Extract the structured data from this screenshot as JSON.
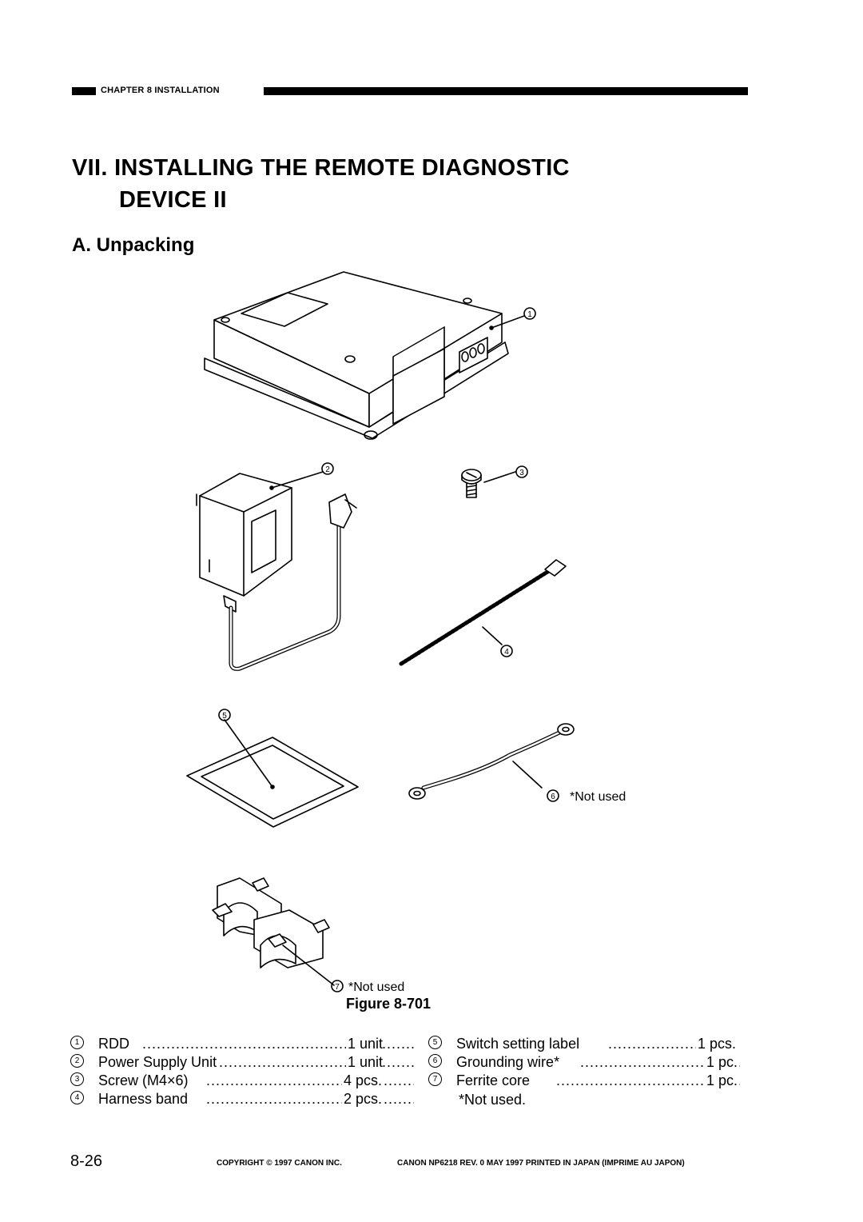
{
  "header": {
    "chapter": "CHAPTER 8  INSTALLATION"
  },
  "title": {
    "line1": "VII. INSTALLING THE REMOTE DIAGNOSTIC",
    "line2": "DEVICE II"
  },
  "subtitle": "A. Unpacking",
  "figure": {
    "callouts": [
      "1",
      "2",
      "3",
      "4",
      "5",
      "6",
      "7"
    ],
    "not_used_6": "*Not used",
    "not_used_7": "*Not used",
    "caption": "Figure 8-701"
  },
  "parts_left": [
    {
      "num": "1",
      "name": "RDD",
      "qty": "1 unit"
    },
    {
      "num": "2",
      "name": "Power Supply Unit",
      "qty": "1 unit"
    },
    {
      "num": "3",
      "name": "Screw (M4×6)",
      "qty": "4 pcs."
    },
    {
      "num": "4",
      "name": "Harness band",
      "qty": "2 pcs."
    }
  ],
  "parts_right": [
    {
      "num": "5",
      "name": "Switch setting label",
      "qty": "1 pcs."
    },
    {
      "num": "6",
      "name": "Grounding wire*",
      "qty": "1 pc."
    },
    {
      "num": "7",
      "name": "Ferrite core",
      "qty": "1 pc."
    }
  ],
  "note": "*Not used.",
  "footer": {
    "page": "8-26",
    "copyright": "COPYRIGHT © 1997 CANON INC.",
    "print_info": "CANON NP6218 REV. 0 MAY 1997 PRINTED IN JAPAN (IMPRIME AU JAPON)"
  }
}
